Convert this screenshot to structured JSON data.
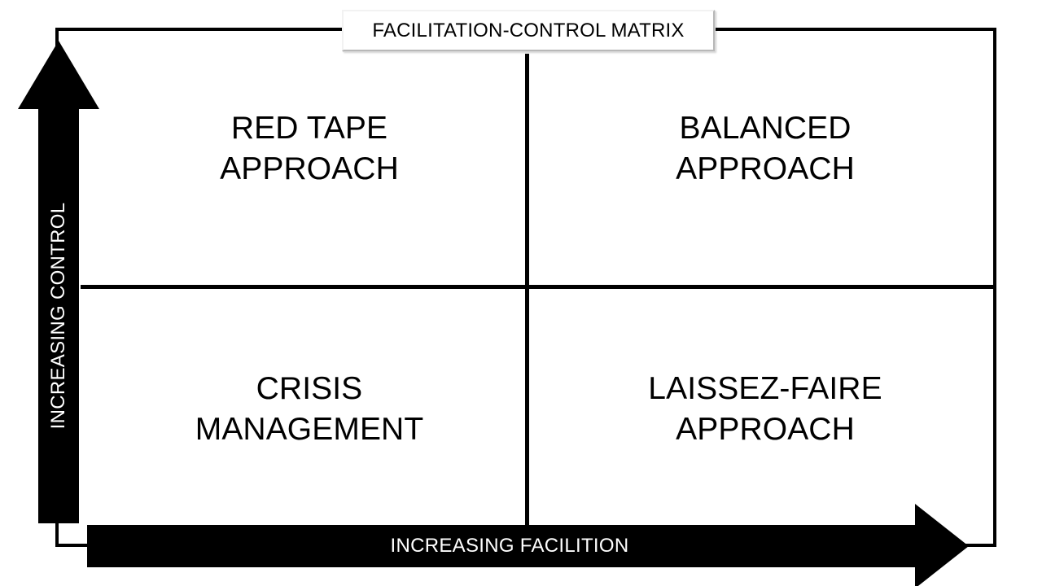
{
  "diagram": {
    "title": "FACILITATION-CONTROL MATRIX",
    "axes": {
      "vertical_label": "INCREASING CONTROL",
      "horizontal_label": "INCREASING FACILITION"
    },
    "quadrants": {
      "top_left": {
        "line1": "RED TAPE",
        "line2": "APPROACH"
      },
      "top_right": {
        "line1": "BALANCED",
        "line2": "APPROACH"
      },
      "bottom_left": {
        "line1": "CRISIS",
        "line2": "MANAGEMENT"
      },
      "bottom_right": {
        "line1": "LAISSEZ-FAIRE",
        "line2": "APPROACH"
      }
    },
    "colors": {
      "ink": "#000000",
      "background": "#ffffff",
      "arrow_fill": "#000000",
      "arrow_text": "#ffffff",
      "title_box_background": "#ffffff",
      "title_box_border_light": "#f2f2f2",
      "title_box_border_dark": "#b8b8b8"
    }
  }
}
